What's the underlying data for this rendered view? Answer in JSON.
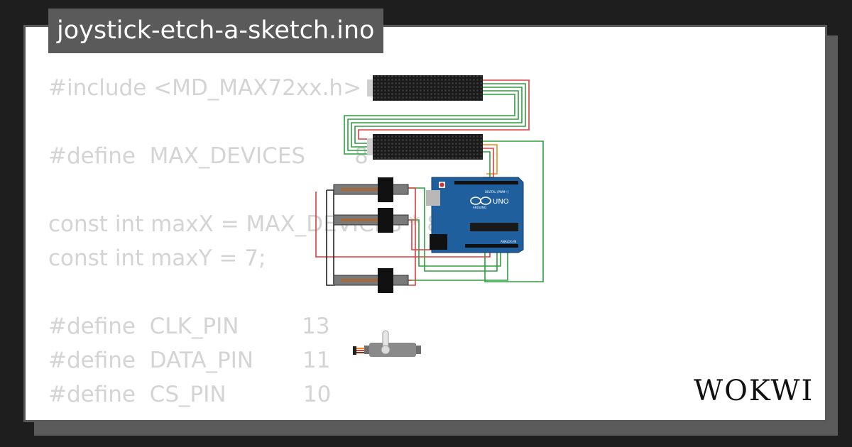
{
  "project": {
    "title": "joystick-etch-a-sketch.ino"
  },
  "code_lines": [
    "#include <MD_MAX72xx.h>",
    "",
    "#define  MAX_DEVICES       8",
    "",
    "const int maxX = MAX_DEVICES * 8 - 1;",
    "const int maxY = 7;",
    "",
    "#define  CLK_PIN         13",
    "#define  DATA_PIN       11",
    "#define  CS_PIN           10"
  ],
  "diagram": {
    "arduino_label": "UNO",
    "arduino_sublabel": "ARDUINO",
    "arduino_digital_label": "DIGITAL (PWM~)",
    "arduino_analog_label": "ANALOG IN",
    "colors": {
      "board": "#1f5f9e",
      "matrix": "#1a1a1a",
      "wire_red": "#e03c3c",
      "wire_green": "#2e9e3e",
      "wire_black": "#222222",
      "wire_orange": "#f08a16"
    }
  },
  "brand": {
    "logo": "WOKWI"
  }
}
